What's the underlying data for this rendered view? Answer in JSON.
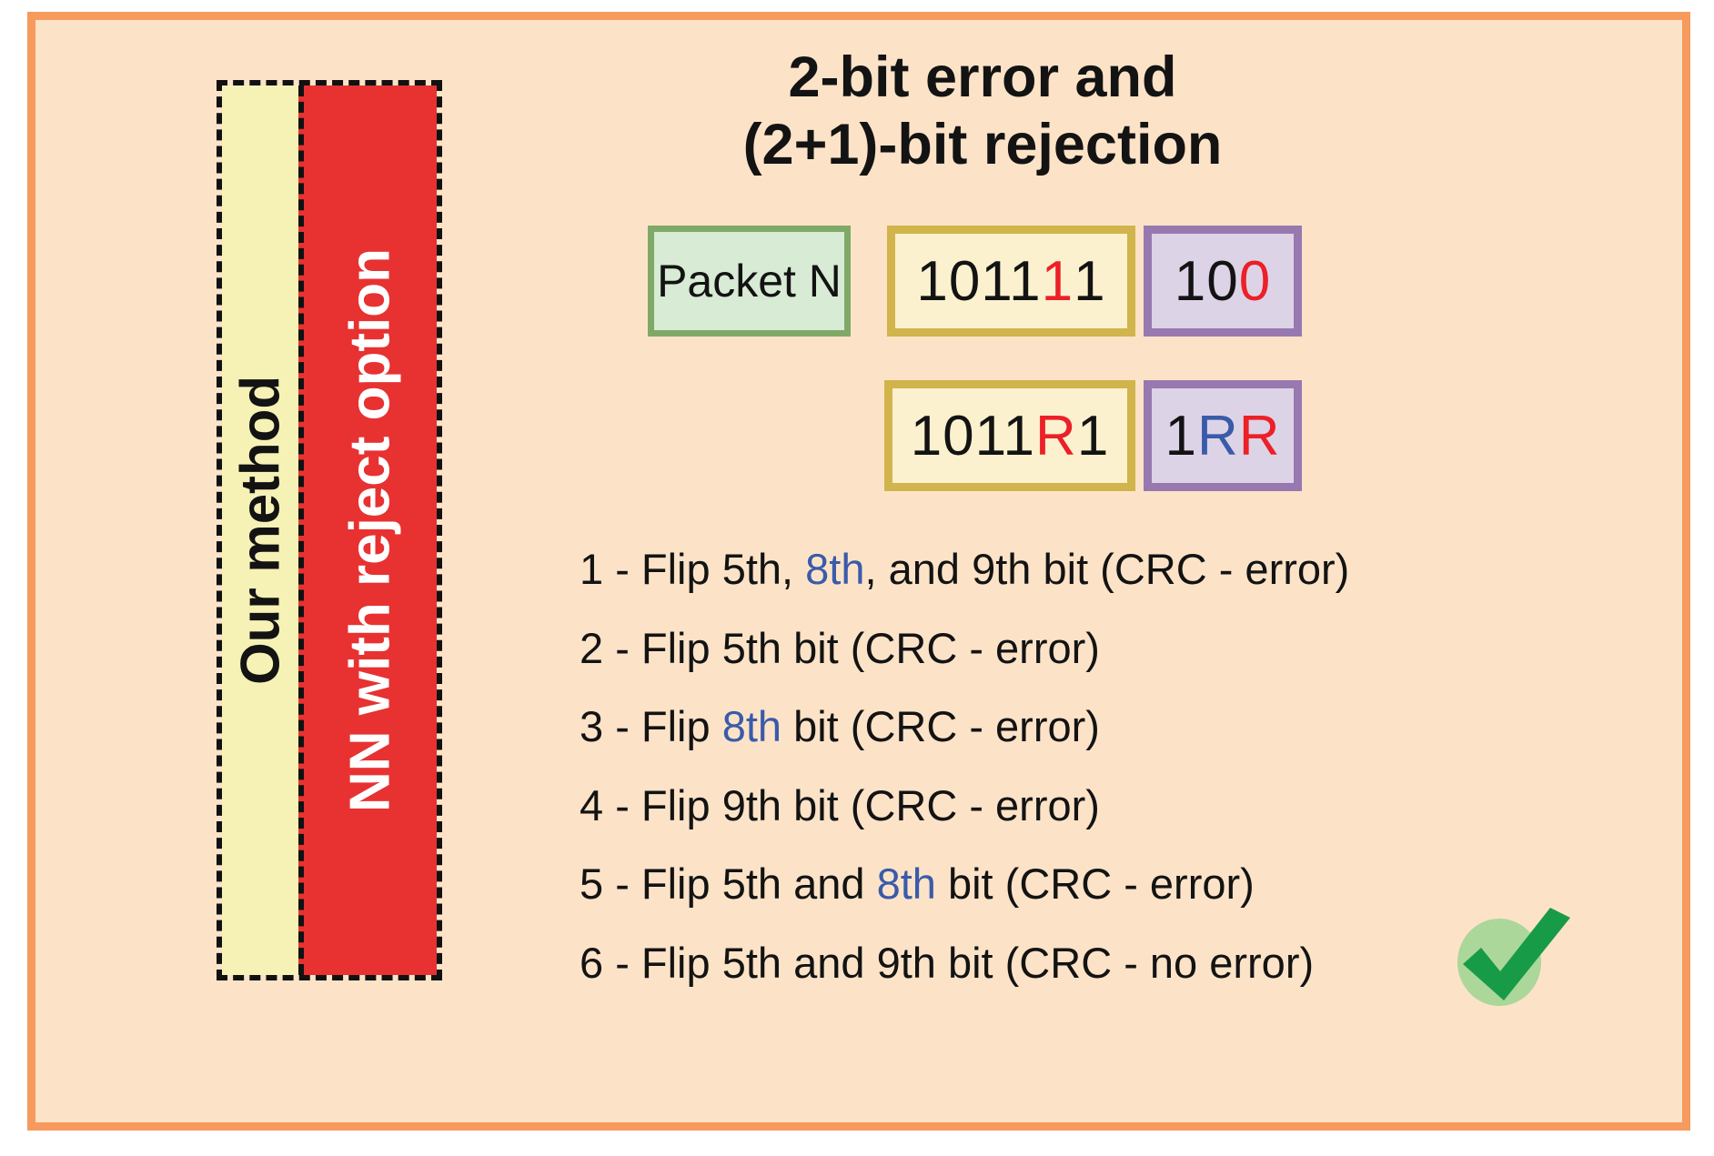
{
  "figure": {
    "title_line1": "2-bit error and",
    "title_line2": "(2+1)-bit rejection"
  },
  "method_bars": {
    "our_method_label": "Our method",
    "nn_reject_label": "NN with reject option"
  },
  "packet_row": {
    "packet_label": "Packet N",
    "data_bits": [
      {
        "t": "1011",
        "c": "black"
      },
      {
        "t": "1",
        "c": "red"
      },
      {
        "t": "1",
        "c": "black"
      }
    ],
    "crc_bits": [
      {
        "t": "10",
        "c": "black"
      },
      {
        "t": "0",
        "c": "red"
      }
    ]
  },
  "rejection_row": {
    "data_bits": [
      {
        "t": "1011",
        "c": "black"
      },
      {
        "t": "R",
        "c": "red"
      },
      {
        "t": "1",
        "c": "black"
      }
    ],
    "crc_bits": [
      {
        "t": "1",
        "c": "black"
      },
      {
        "t": "R",
        "c": "blue"
      },
      {
        "t": "R",
        "c": "red"
      }
    ]
  },
  "steps": [
    {
      "segments": [
        {
          "t": "1 - Flip 5th, ",
          "c": "black"
        },
        {
          "t": "8th",
          "c": "blue"
        },
        {
          "t": ", and 9th bit (CRC - error)",
          "c": "black"
        }
      ]
    },
    {
      "segments": [
        {
          "t": "2 - Flip 5th bit (CRC - error)",
          "c": "black"
        }
      ]
    },
    {
      "segments": [
        {
          "t": "3 - Flip ",
          "c": "black"
        },
        {
          "t": "8th",
          "c": "blue"
        },
        {
          "t": " bit (CRC - error)",
          "c": "black"
        }
      ]
    },
    {
      "segments": [
        {
          "t": "4 - Flip 9th bit (CRC - error)",
          "c": "black"
        }
      ]
    },
    {
      "segments": [
        {
          "t": "5 - Flip 5th and ",
          "c": "black"
        },
        {
          "t": "8th",
          "c": "blue"
        },
        {
          "t": " bit (CRC - error)",
          "c": "black"
        }
      ]
    },
    {
      "segments": [
        {
          "t": "6 - Flip 5th and 9th bit (CRC - no error)",
          "c": "black"
        }
      ]
    }
  ],
  "icons": {
    "success_check": "check-icon"
  },
  "colors": {
    "panel_background": "#FCE3C8",
    "panel_border": "#F69A5D",
    "our_method_fill": "#F6F2B6",
    "nn_reject_fill": "#E73231",
    "packet_fill": "#D8EBD4",
    "packet_border": "#80A968",
    "data_fill": "#FBF1CE",
    "data_border": "#D1B44B",
    "crc_fill": "#DDD3E7",
    "crc_border": "#9779AF",
    "highlight_red": "#EC2027",
    "highlight_blue": "#3A5BA9",
    "check_green": "#189B47",
    "check_circle_fill": "#ABD79A"
  }
}
